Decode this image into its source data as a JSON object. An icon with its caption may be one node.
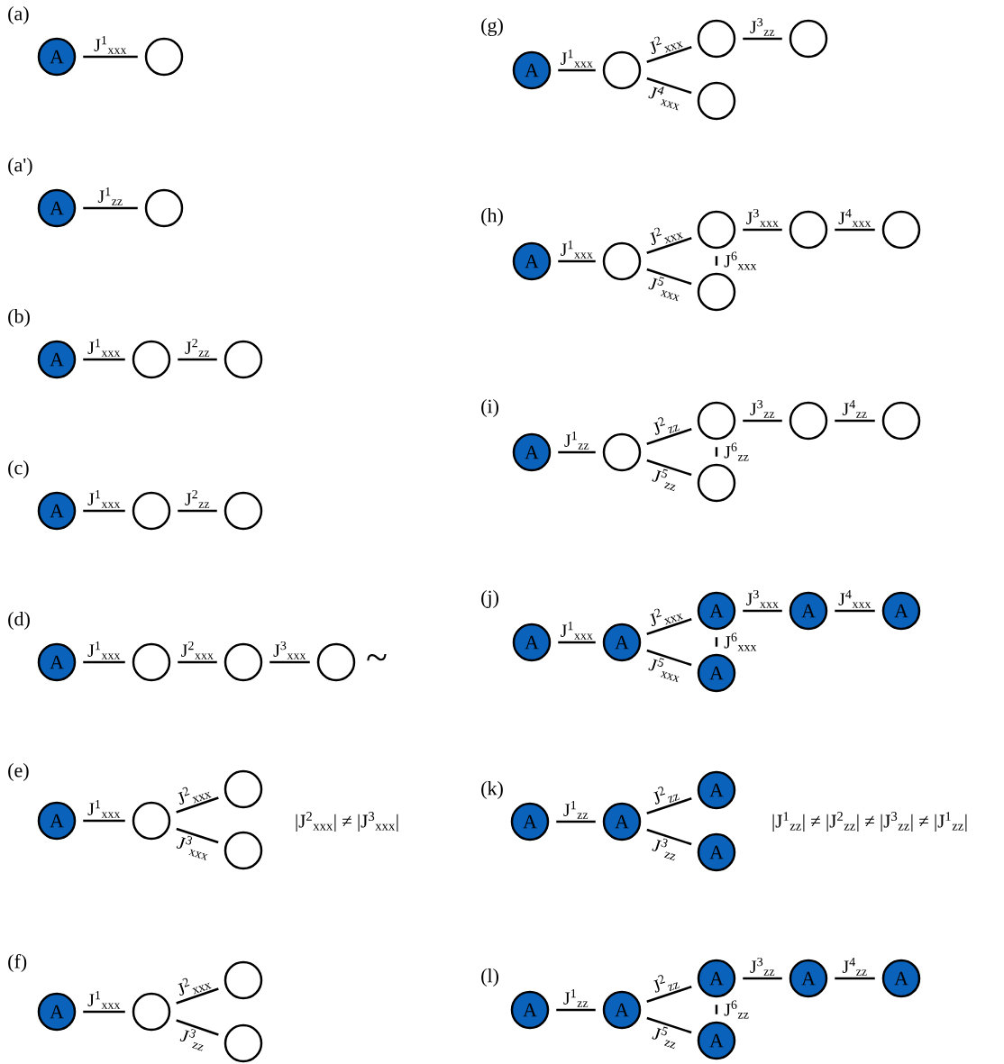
{
  "diagram": {
    "nodes": [
      {
        "text": [
          "A"
        ]
      },
      {
        "text": [],
        "shape": "circle"
      },
      {
        "text": [
          "A"
        ]
      },
      {
        "text": [],
        "shape": "circle"
      },
      {
        "text": [
          "A"
        ]
      },
      {
        "text": [],
        "shape": "circle"
      },
      {
        "text": [],
        "shape": "circle"
      },
      {
        "text": [
          "A"
        ]
      },
      {
        "text": [],
        "shape": "circle"
      },
      {
        "text": [],
        "shape": "circle"
      },
      {
        "text": [
          "A"
        ]
      },
      {
        "text": [],
        "shape": "circle"
      },
      {
        "text": [],
        "shape": "circle"
      },
      {
        "text": [],
        "shape": "circle"
      },
      {
        "text": [
          "A"
        ]
      },
      {
        "text": [],
        "shape": "circle"
      },
      {
        "text": [],
        "shape": "circle"
      },
      {
        "text": [],
        "shape": "circle"
      },
      {
        "text": [
          "A"
        ]
      },
      {
        "text": [],
        "shape": "circle"
      },
      {
        "text": [],
        "shape": "circle"
      },
      {
        "text": [],
        "shape": "circle"
      },
      {
        "text": [
          "A"
        ]
      },
      {
        "text": [],
        "shape": "circle"
      },
      {
        "text": [],
        "shape": "circle"
      },
      {
        "text": [],
        "shape": "circle"
      },
      {
        "text": [],
        "shape": "circle"
      },
      {
        "text": [
          "A"
        ]
      },
      {
        "text": [],
        "shape": "circle"
      },
      {
        "text": [],
        "shape": "circle"
      },
      {
        "text": [],
        "shape": "circle"
      },
      {
        "text": [],
        "shape": "circle"
      },
      {
        "text": [],
        "shape": "circle"
      },
      {
        "text": [
          "A"
        ]
      },
      {
        "text": [],
        "shape": "circle"
      },
      {
        "text": [],
        "shape": "circle"
      },
      {
        "text": [],
        "shape": "circle"
      },
      {
        "text": [],
        "shape": "circle"
      },
      {
        "text": [],
        "shape": "circle"
      },
      {
        "text": [
          "A"
        ]
      },
      {
        "text": [
          "A"
        ]
      },
      {
        "text": [
          "A"
        ]
      },
      {
        "text": [
          "A"
        ]
      },
      {
        "text": [
          "A"
        ]
      },
      {
        "text": [
          "A"
        ]
      },
      {
        "text": [
          "A"
        ]
      },
      {
        "text": [
          "A"
        ]
      },
      {
        "text": [
          "A"
        ]
      },
      {
        "text": [
          "A"
        ]
      },
      {
        "text": [
          "A"
        ]
      },
      {
        "text": [
          "A"
        ]
      },
      {
        "text": [
          "A"
        ]
      },
      {
        "text": [
          "A"
        ]
      },
      {
        "text": [
          "A"
        ]
      },
      {
        "text": [
          "A"
        ]
      }
    ],
    "edges": [
      {
        "from": 0,
        "to": 1,
        "arrow": "none",
        "label": "J$^{1}$$_{xxx}$"
      },
      {
        "from": 2,
        "to": 3,
        "arrow": "none",
        "label": "J$^{1}$$_{zz}$"
      },
      {
        "from": 4,
        "to": 5,
        "arrow": "none",
        "label": "J$^{1}$$_{xxx}$"
      },
      {
        "from": 5,
        "to": 6,
        "arrow": "none",
        "label": "J$^{2}$$_{zz}$"
      },
      {
        "from": 7,
        "to": 8,
        "arrow": "none",
        "label": "J$^{1}$$_{xxx}$"
      },
      {
        "from": 8,
        "to": 9,
        "arrow": "none",
        "label": "J$^{2}$$_{zz}$"
      },
      {
        "from": 10,
        "to": 11,
        "arrow": "none",
        "label": "J$^{1}$$_{xxx}$"
      },
      {
        "from": 11,
        "to": 12,
        "arrow": "none",
        "label": "J$^{2}$$_{xxx}$"
      },
      {
        "from": 12,
        "to": 13,
        "arrow": "none",
        "label": "J$^{3}$$_{xxx}$"
      },
      {
        "from": 14,
        "to": 15,
        "arrow": "none",
        "label": "J$^{1}$$_{xxx}$"
      },
      {
        "from": 15,
        "to": 16,
        "arrow": "none",
        "label": "J$^{2}$$_{xxx}$"
      },
      {
        "from": 15,
        "to": 17,
        "arrow": "none",
        "label": "J$^{3}$$_{xxx}$"
      },
      {
        "from": 18,
        "to": 19,
        "arrow": "none",
        "label": "J$^{1}$$_{xxx}$"
      },
      {
        "from": 19,
        "to": 20,
        "arrow": "none",
        "label": "J$^{2}$$_{xxx}$"
      },
      {
        "from": 19,
        "to": 21,
        "arrow": "none",
        "label": "J$^{3}$$_{zz}$"
      },
      {
        "from": 22,
        "to": 23,
        "arrow": "none",
        "label": "J$^{1}$$_{xxx}$"
      },
      {
        "from": 23,
        "to": 24,
        "arrow": "none",
        "label": "J$^{2}$$_{xxx}$"
      },
      {
        "from": 23,
        "to": 25,
        "arrow": "none",
        "label": "J$^{4}$$_{xxx}$"
      },
      {
        "from": 24,
        "to": 26,
        "arrow": "none",
        "label": "J$^{3}$$_{zz}$"
      },
      {
        "from": 27,
        "to": 28,
        "arrow": "none",
        "label": "J$^{1}$$_{xxx}$"
      },
      {
        "from": 28,
        "to": 29,
        "arrow": "none",
        "label": "J$^{2}$$_{xxx}$"
      },
      {
        "from": 28,
        "to": 30,
        "arrow": "none",
        "label": "J$^{5}$$_{xxx}$"
      },
      {
        "from": 29,
        "to": 30,
        "arrow": "none",
        "label": "J$^{6}$$_{xxx}$"
      },
      {
        "from": 29,
        "to": 31,
        "arrow": "none",
        "label": "J$^{3}$$_{xxx}$"
      },
      {
        "from": 31,
        "to": 32,
        "arrow": "none",
        "label": "J$^{4}$$_{xxx}$"
      },
      {
        "from": 33,
        "to": 34,
        "arrow": "none",
        "label": "J$^{1}$$_{zz}$"
      },
      {
        "from": 34,
        "to": 35,
        "arrow": "none",
        "label": "J$^{2}$$_{zz}$"
      },
      {
        "from": 34,
        "to": 36,
        "arrow": "none",
        "label": "J$^{5}$$_{zz}$"
      },
      {
        "from": 35,
        "to": 36,
        "arrow": "none",
        "label": "J$^{6}$$_{zz}$"
      },
      {
        "from": 35,
        "to": 37,
        "arrow": "none",
        "label": "J$^{3}$$_{zz}$"
      },
      {
        "from": 37,
        "to": 38,
        "arrow": "none",
        "label": "J$^{4}$$_{zz}$"
      },
      {
        "from": 39,
        "to": 40,
        "arrow": "none",
        "label": "J$^{1}$$_{xxx}$"
      },
      {
        "from": 40,
        "to": 41,
        "arrow": "none",
        "label": "J$^{2}$$_{xxx}$"
      },
      {
        "from": 40,
        "to": 42,
        "arrow": "none",
        "label": "J$^{5}$$_{xxx}$"
      },
      {
        "from": 41,
        "to": 42,
        "arrow": "none",
        "label": "J$^{6}$$_{xxx}$"
      },
      {
        "from": 41,
        "to": 43,
        "arrow": "none",
        "label": "J$^{3}$$_{xxx}$"
      },
      {
        "from": 43,
        "to": 44,
        "arrow": "none",
        "label": "J$^{4}$$_{xxx}$"
      },
      {
        "from": 45,
        "to": 46,
        "arrow": "none",
        "label": "J$^{1}$$_{zz}$"
      },
      {
        "from": 46,
        "to": 47,
        "arrow": "none",
        "label": "J$^{2}$$_{zz}$"
      },
      {
        "from": 46,
        "to": 48,
        "arrow": "none",
        "label": "J$^{3}$$_{zz}$"
      },
      {
        "from": 49,
        "to": 50,
        "arrow": "none",
        "label": "J$^{1}$$_{zz}$"
      },
      {
        "from": 50,
        "to": 51,
        "arrow": "none",
        "label": "J$^{2}$$_{zz}$"
      },
      {
        "from": 50,
        "to": 52,
        "arrow": "none",
        "label": "J$^{5}$$_{zz}$"
      },
      {
        "from": 51,
        "to": 52,
        "arrow": "none",
        "label": "J$^{6}$$_{zz}$"
      },
      {
        "from": 51,
        "to": 53,
        "arrow": "none",
        "label": "J$^{3}$$_{zz}$"
      },
      {
        "from": 53,
        "to": 54,
        "arrow": "none",
        "label": "J$^{4}$$_{zz}$"
      }
    ],
    "labels": [
      "(a)",
      "(a')",
      "(b)",
      "(c)",
      "(d)",
      "~",
      "(e)",
      "|J$^{2}$$_{xxx}$| ≠ |J$^{3}$$_{xxx}$|",
      "(f)",
      "(g)",
      "(h)",
      "(i)",
      "(j)",
      "(k)",
      "|J$^{1}$$_{zz}$| ≠ |J$^{2}$$_{zz}$| ≠ |J$^{3}$$_{zz}$| ≠ |J$^{1}$$_{zz}$|",
      "(l)"
    ]
  }
}
